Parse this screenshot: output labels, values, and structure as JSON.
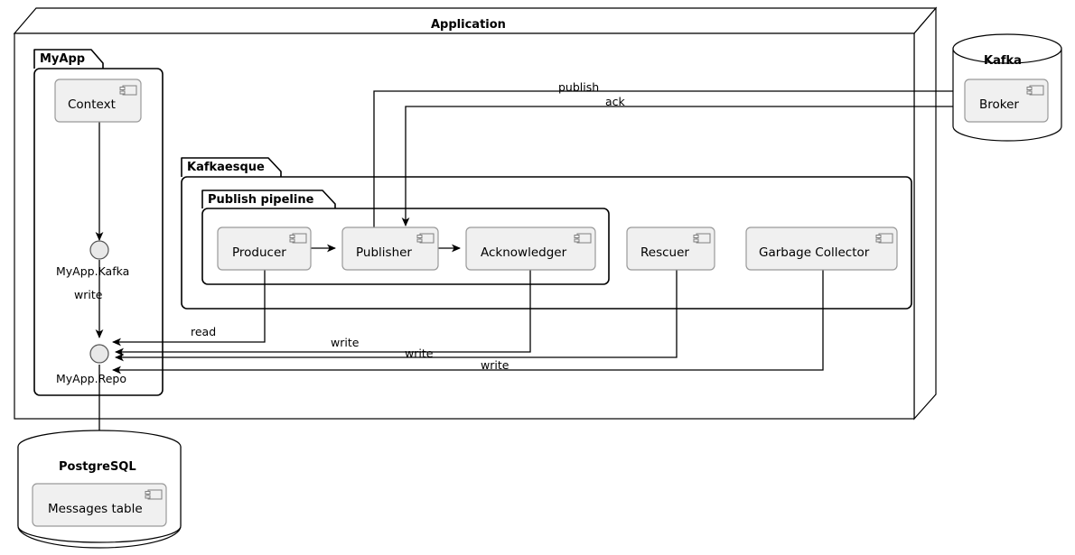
{
  "diagram": {
    "title": "Application",
    "type": "uml-component-diagram",
    "colors": {
      "stroke": "#000000",
      "component_fill": "#F0F0F0",
      "component_stroke": "#999999",
      "interface_fill": "#E8E8E8",
      "background": "#FFFFFF"
    }
  },
  "application": {
    "label": "Application"
  },
  "packages": {
    "myapp": {
      "label": "MyApp"
    },
    "kafkaesque": {
      "label": "Kafkaesque"
    },
    "publish_pipeline": {
      "label": "Publish pipeline"
    }
  },
  "nodes": {
    "kafka": {
      "label": "Kafka",
      "component": "Broker"
    },
    "postgres": {
      "label": "PostgreSQL",
      "component": "Messages table"
    }
  },
  "components": {
    "context": {
      "label": "Context",
      "icon": "component-icon"
    },
    "producer": {
      "label": "Producer",
      "icon": "component-icon"
    },
    "publisher": {
      "label": "Publisher",
      "icon": "component-icon"
    },
    "acknowledger": {
      "label": "Acknowledger",
      "icon": "component-icon"
    },
    "rescuer": {
      "label": "Rescuer",
      "icon": "component-icon"
    },
    "garbage_collector": {
      "label": "Garbage Collector",
      "icon": "component-icon"
    },
    "broker": {
      "label": "Broker",
      "icon": "component-icon"
    },
    "messages_table": {
      "label": "Messages table",
      "icon": "component-icon"
    }
  },
  "interfaces": {
    "kafka_iface": {
      "label": "MyApp.Kafka"
    },
    "repo_iface": {
      "label": "MyApp.Repo"
    }
  },
  "edges": [
    {
      "id": "publish",
      "label": "publish",
      "from": "Publisher",
      "to": "Broker"
    },
    {
      "id": "ack",
      "label": "ack",
      "from": "Broker",
      "to": "Publisher"
    },
    {
      "id": "kafka-write",
      "label": "write",
      "from": "MyApp.Kafka",
      "to": "MyApp.Repo"
    },
    {
      "id": "read",
      "label": "read",
      "from": "Producer",
      "to": "MyApp.Repo"
    },
    {
      "id": "ack-write",
      "label": "write",
      "from": "Acknowledger",
      "to": "MyApp.Repo"
    },
    {
      "id": "rescuer-write",
      "label": "write",
      "from": "Rescuer",
      "to": "MyApp.Repo"
    },
    {
      "id": "gc-write",
      "label": "write",
      "from": "Garbage Collector",
      "to": "MyApp.Repo"
    }
  ]
}
